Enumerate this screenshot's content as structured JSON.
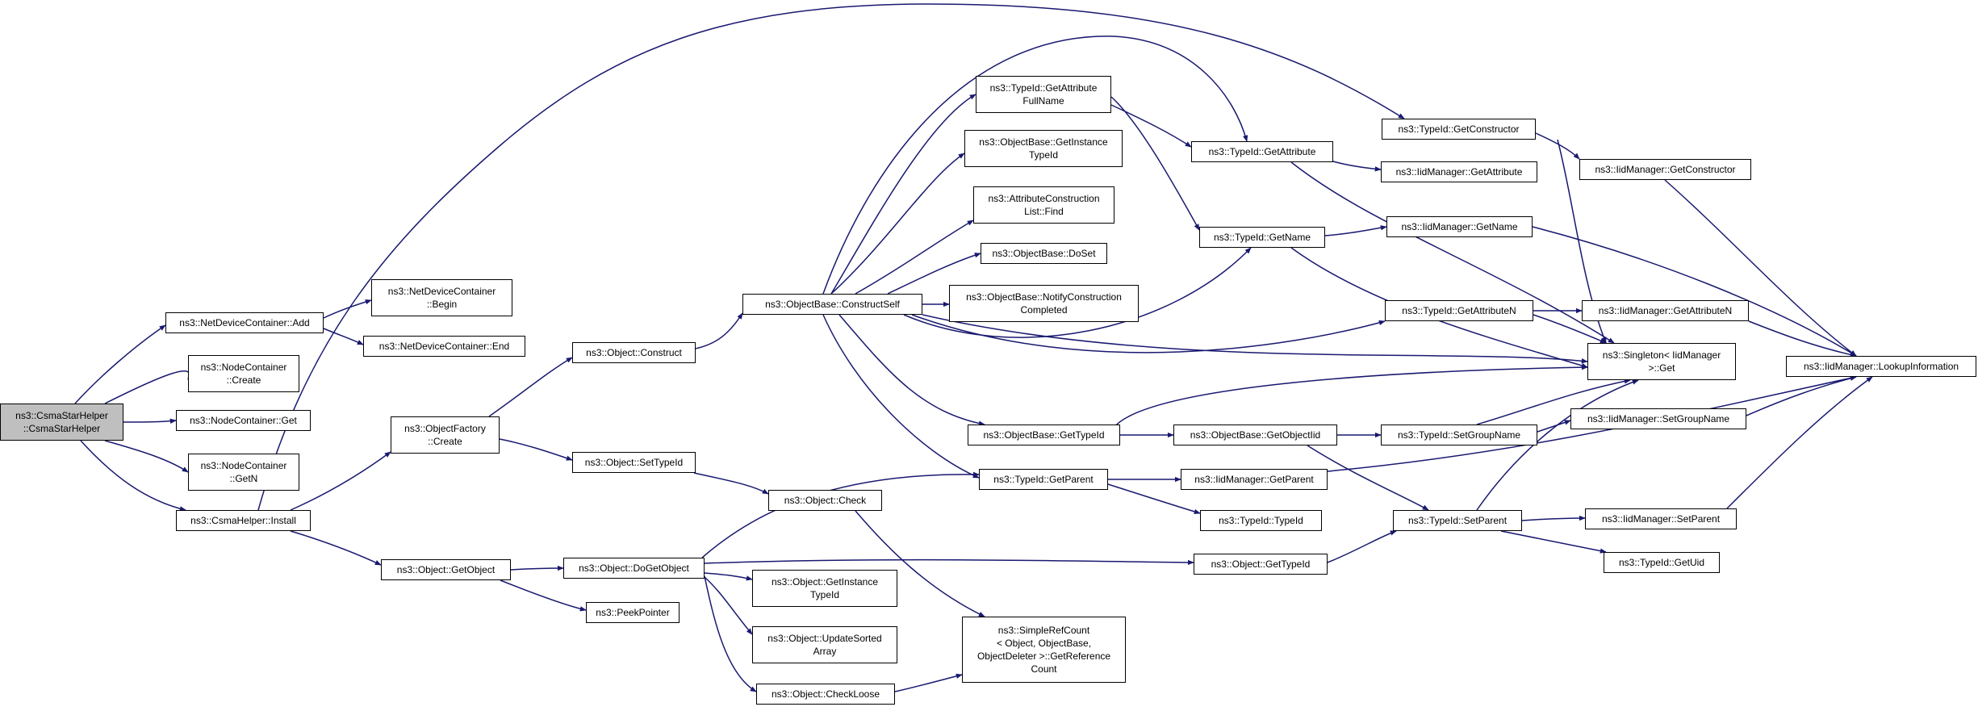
{
  "colors": {
    "edge": "#191970",
    "root_fill": "#bfbfbf",
    "node_fill": "#ffffff",
    "border": "#000000"
  },
  "nodes": {
    "csmastarhelper": [
      "ns3::CsmaStarHelper",
      "::CsmaStarHelper"
    ],
    "ndc_add": [
      "ns3::NetDeviceContainer::Add"
    ],
    "ndc_begin": [
      "ns3::NetDeviceContainer",
      "::Begin"
    ],
    "ndc_end": [
      "ns3::NetDeviceContainer::End"
    ],
    "nc_create": [
      "ns3::NodeContainer",
      "::Create"
    ],
    "nc_get": [
      "ns3::NodeContainer::Get"
    ],
    "nc_getn": [
      "ns3::NodeContainer",
      "::GetN"
    ],
    "csma_install": [
      "ns3::CsmaHelper::Install"
    ],
    "of_create": [
      "ns3::ObjectFactory",
      "::Create"
    ],
    "obj_construct": [
      "ns3::Object::Construct"
    ],
    "obj_settypeid": [
      "ns3::Object::SetTypeId"
    ],
    "obj_getobject": [
      "ns3::Object::GetObject"
    ],
    "peekpointer": [
      "ns3::PeekPointer"
    ],
    "obj_dogetobject": [
      "ns3::Object::DoGetObject"
    ],
    "obj_check": [
      "ns3::Object::Check"
    ],
    "obj_getinst": [
      "ns3::Object::GetInstance",
      "TypeId"
    ],
    "obj_updsorted": [
      "ns3::Object::UpdateSorted",
      "Array"
    ],
    "obj_checkloose": [
      "ns3::Object::CheckLoose"
    ],
    "ob_constructself": [
      "ns3::ObjectBase::ConstructSelf"
    ],
    "tid_getattrfull": [
      "ns3::TypeId::GetAttribute",
      "FullName"
    ],
    "ob_getinst": [
      "ns3::ObjectBase::GetInstance",
      "TypeId"
    ],
    "acl_find": [
      "ns3::AttributeConstruction",
      "List::Find"
    ],
    "ob_doset": [
      "ns3::ObjectBase::DoSet"
    ],
    "ob_notify": [
      "ns3::ObjectBase::NotifyConstruction",
      "Completed"
    ],
    "ob_gettypeid": [
      "ns3::ObjectBase::GetTypeId"
    ],
    "tid_getparent": [
      "ns3::TypeId::GetParent"
    ],
    "simplerefcount": [
      "ns3::SimpleRefCount",
      "< Object, ObjectBase,",
      "ObjectDeleter >::GetReference",
      "Count"
    ],
    "tid_getattr": [
      "ns3::TypeId::GetAttribute"
    ],
    "tid_getname": [
      "ns3::TypeId::GetName"
    ],
    "ob_getobjectiid": [
      "ns3::ObjectBase::GetObjectIid"
    ],
    "iid_getparent": [
      "ns3::IidManager::GetParent"
    ],
    "tid_typeid": [
      "ns3::TypeId::TypeId"
    ],
    "obj_gettypeid": [
      "ns3::Object::GetTypeId"
    ],
    "tid_getctor": [
      "ns3::TypeId::GetConstructor"
    ],
    "iid_getattr": [
      "ns3::IidManager::GetAttribute"
    ],
    "iid_getname": [
      "ns3::IidManager::GetName"
    ],
    "tid_getattrn": [
      "ns3::TypeId::GetAttributeN"
    ],
    "tid_setgroup": [
      "ns3::TypeId::SetGroupName"
    ],
    "tid_setparent": [
      "ns3::TypeId::SetParent"
    ],
    "singleton_get": [
      "ns3::Singleton< IidManager",
      ">::Get"
    ],
    "iid_getctor": [
      "ns3::IidManager::GetConstructor"
    ],
    "iid_getattrn": [
      "ns3::IidManager::GetAttributeN"
    ],
    "iid_setgroup": [
      "ns3::IidManager::SetGroupName"
    ],
    "iid_setparent": [
      "ns3::IidManager::SetParent"
    ],
    "tid_getuid": [
      "ns3::TypeId::GetUid"
    ],
    "iid_lookup": [
      "ns3::IidManager::LookupInformation"
    ]
  }
}
